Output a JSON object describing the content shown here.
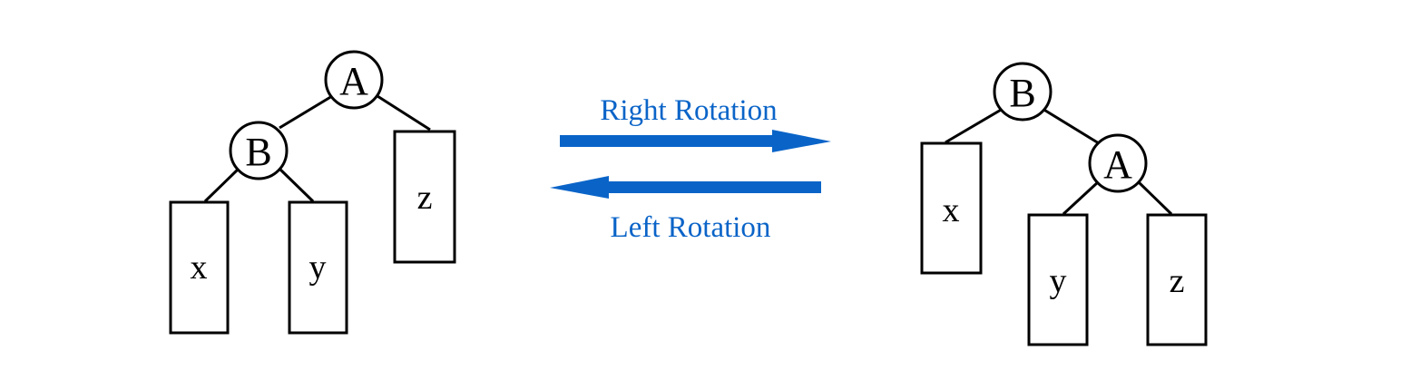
{
  "colors": {
    "accent": "#0a64c8",
    "stroke": "#000000",
    "background": "#ffffff"
  },
  "left_tree": {
    "root": "A",
    "child": "B",
    "subtrees": [
      "x",
      "y",
      "z"
    ]
  },
  "right_tree": {
    "root": "B",
    "child": "A",
    "subtrees": [
      "x",
      "y",
      "z"
    ]
  },
  "operations": {
    "right": "Right Rotation",
    "left": "Left Rotation"
  }
}
